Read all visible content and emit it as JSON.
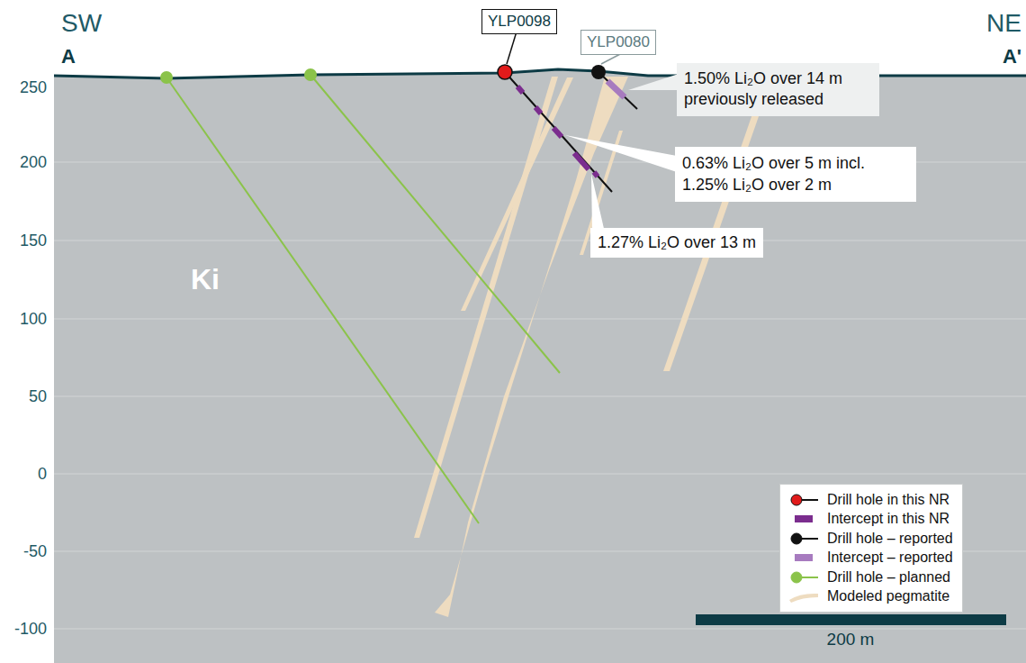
{
  "diagram": {
    "nodes": [
      {
        "text": [
          "YLP0098"
        ]
      },
      {
        "text": [
          "YLP0080"
        ]
      },
      {
        "text": [
          "1.50% Li₂O over 14 m previously released"
        ]
      },
      {
        "text": [
          "0.63% Li₂O over 5 m incl. 1.25% Li₂O over 2 m"
        ]
      },
      {
        "text": [
          "1.27% Li₂O over 13 m"
        ]
      }
    ],
    "labels": [
      "SW",
      "A",
      "NE",
      "A'",
      "250",
      "200",
      "150",
      "100",
      "50",
      "0",
      "-50",
      "-100",
      "Ki",
      "200 m"
    ],
    "legend": [
      {
        "text": "Drill hole in this NR"
      },
      {
        "text": "Intercept in this NR",
        "color": "#7b2d8e"
      },
      {
        "text": "Drill hole – reported"
      },
      {
        "text": "Intercept – reported",
        "color": "#a77bbf"
      },
      {
        "text": "Drill hole – planned"
      },
      {
        "text": "Modeled pegmatite",
        "color": "#eedcc0"
      }
    ]
  }
}
